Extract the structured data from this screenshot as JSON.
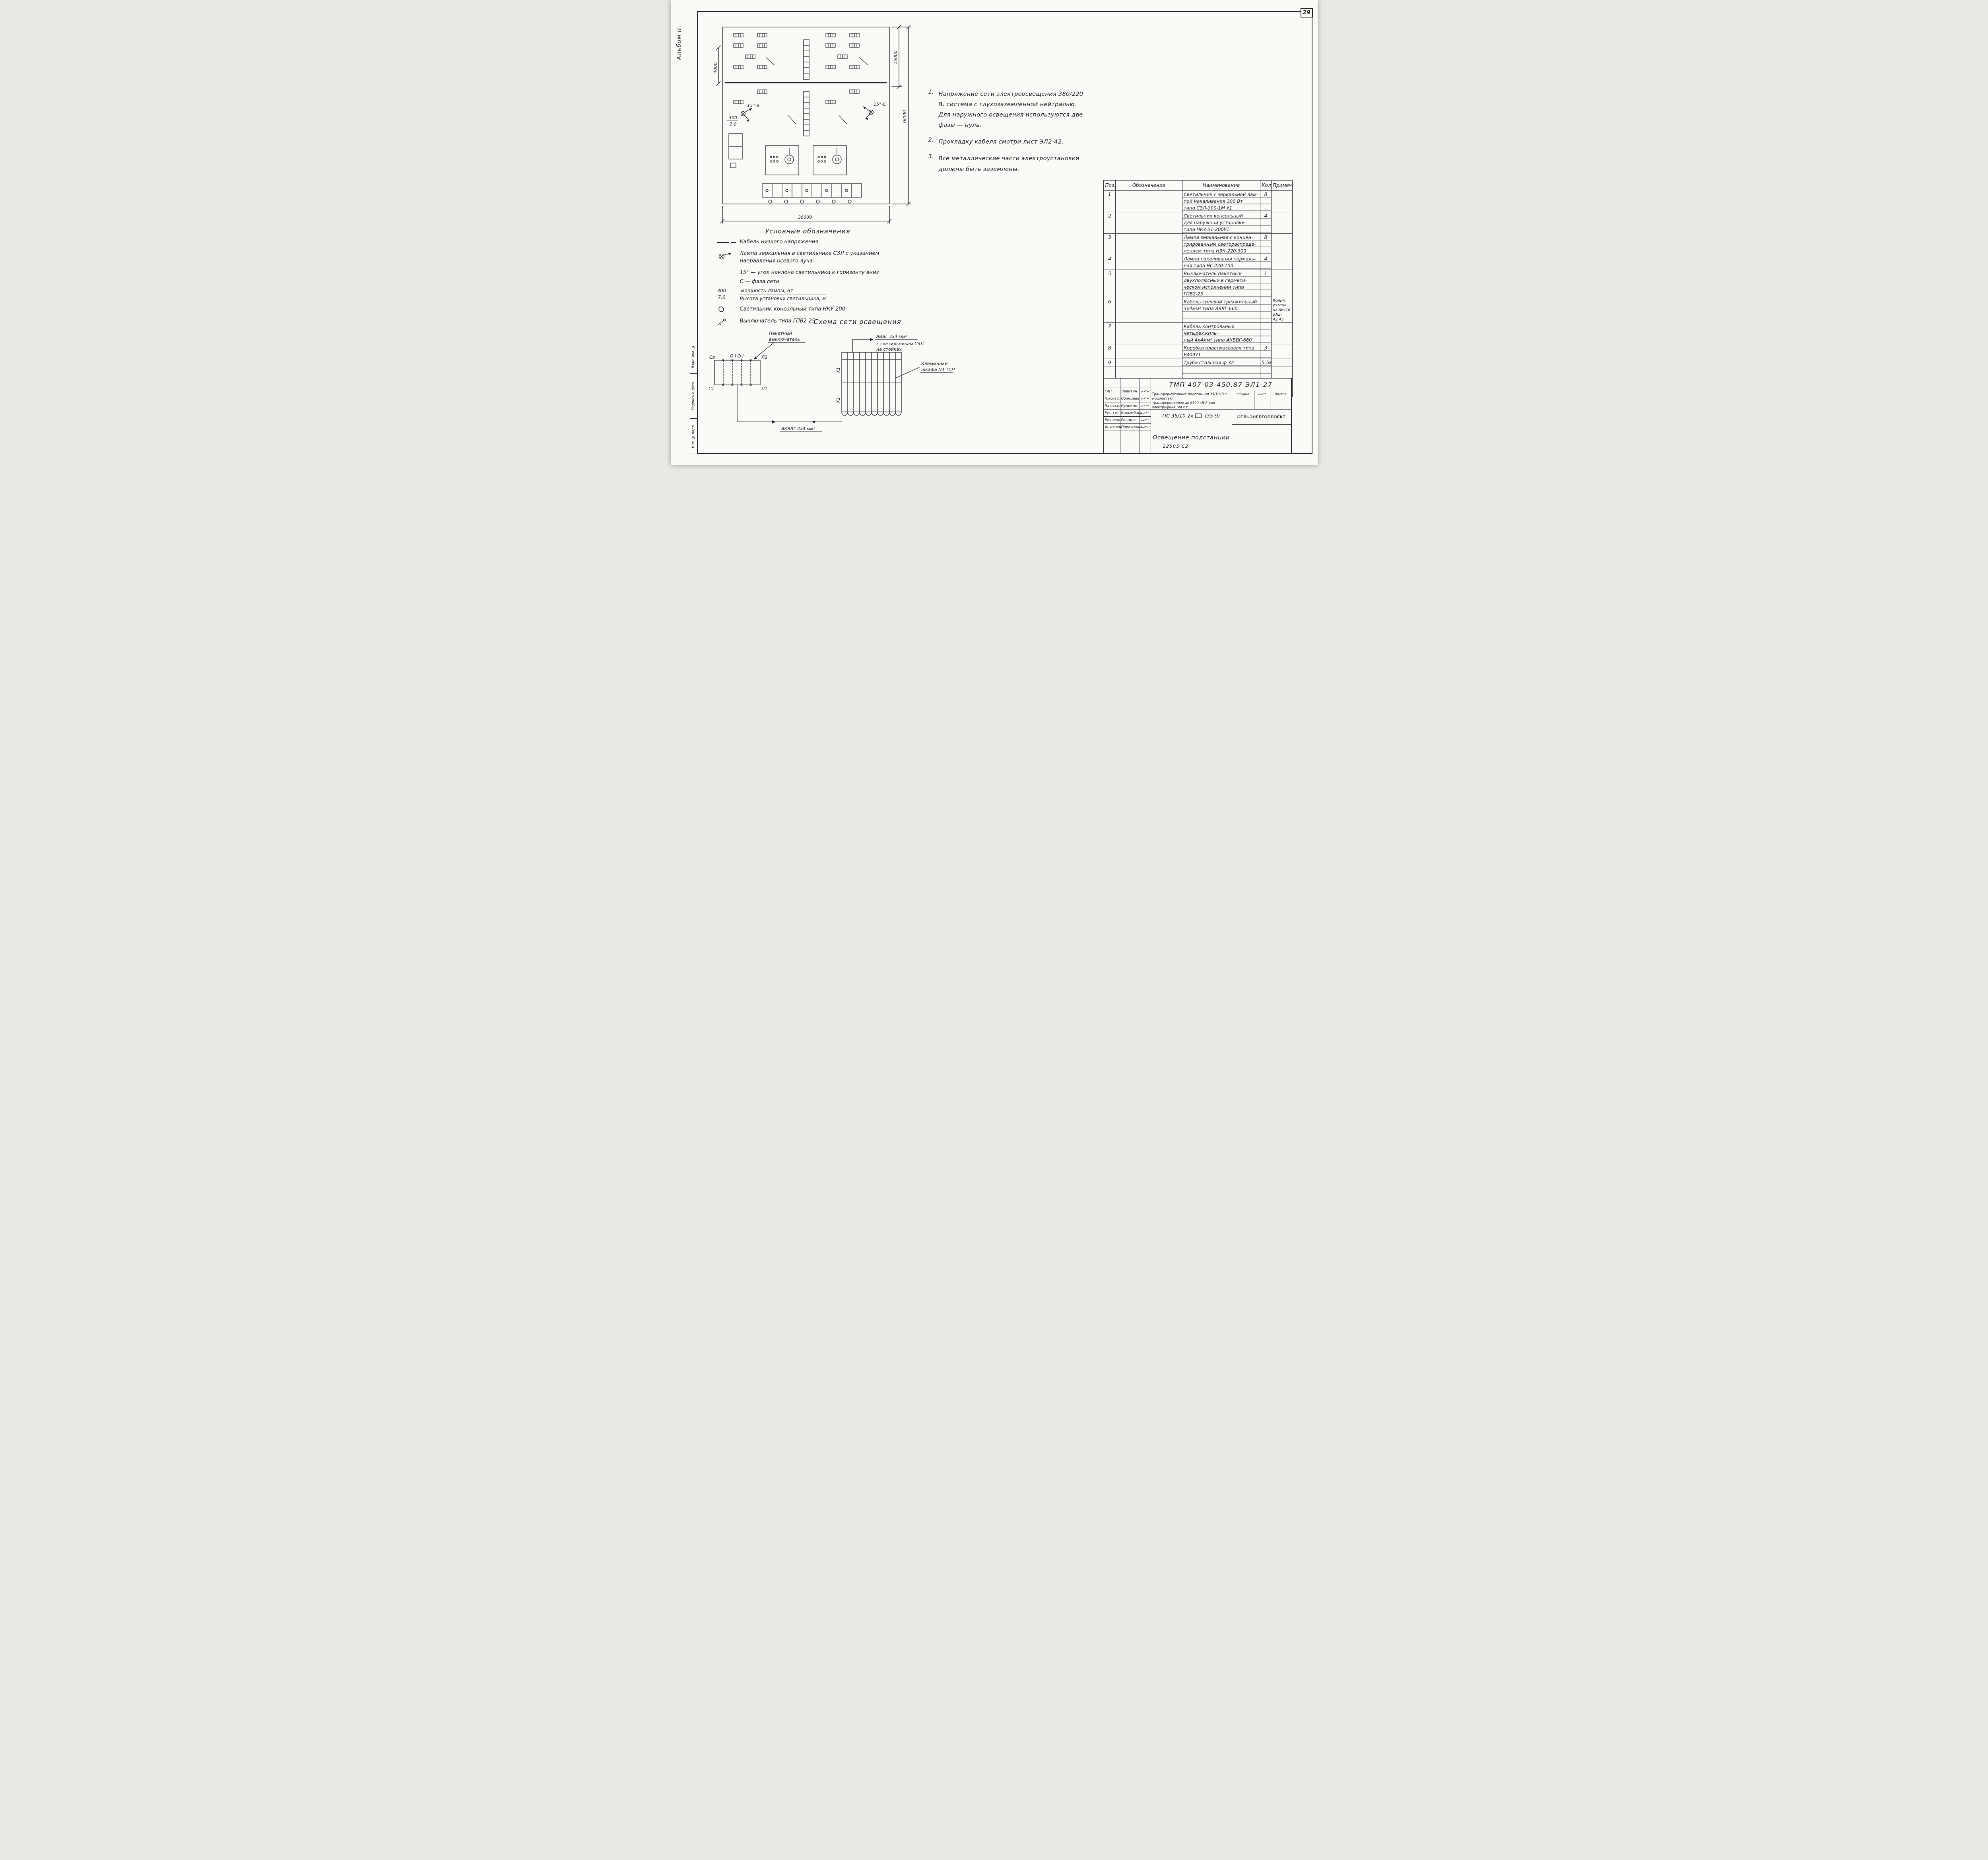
{
  "page": {
    "number": "29",
    "album_label": "Альбом II",
    "stamp_code": "22505 С2"
  },
  "margin_strip": {
    "vzam": "Взам. инв. №",
    "podpis": "Подпись и дата",
    "inv": "Инв. № подл."
  },
  "plan": {
    "dim_bottom": "36000",
    "dim_right": "36000",
    "dim_right_upper": "15000",
    "dim_left": "4000",
    "lamp_left_angle": "15°-В",
    "lamp_right_angle": "15°-С",
    "lamp_power": "300",
    "lamp_height": "7,0"
  },
  "notes": {
    "items": [
      {
        "num": "1.",
        "text": "Напряжение сети электроосвещения 380/220 В, система с глухозаземленной нейтралью. Для наружного освещения используются две фазы — нуль."
      },
      {
        "num": "2.",
        "text": "Прокладку кабеля смотри лист ЭЛ2-42."
      },
      {
        "num": "3.",
        "text": "Все металлические части электроустановки должны быть заземлены."
      }
    ]
  },
  "legend": {
    "title": "Условные обозначения",
    "cable": "Кабель низкого напряжения",
    "lamp_main": "Лампа зеркальная в светильнике СЗЛ с указанием направления осевого луча:",
    "lamp_sub1": "15° — угол наклона светильника к горизонту вниз",
    "lamp_sub2": "С — фаза сети",
    "frac_top": "300",
    "frac_bottom": "7,0",
    "frac_text_top": "мощность лампы, Вт",
    "frac_text_bottom": "Высота установки светильника, м",
    "nku": "Светильник консольный типа НКУ-200",
    "switch": "Выключатель типа ГПВ2-25"
  },
  "schematic": {
    "title": "Схема сети освещения",
    "packet_line1": "Пакетный",
    "packet_line2": "выключатель",
    "switch_marks": "О I О I",
    "sv": "Св",
    "l2": "Л2",
    "s1": "С1",
    "l1": "Л1",
    "cable_top": "АВВГ 3х4 мм²",
    "cable_top_dest1": "к светильникам СЗЛ",
    "cable_top_dest2": "на стойках",
    "terminals_line1": "Клеммники",
    "terminals_line2": "шкафа N4 ТСН",
    "cable_bottom": "АКВВГ 4х4 мм²",
    "x1": "X1",
    "x2": "X2"
  },
  "spec_table": {
    "headers": [
      "Поз.",
      "Обозначение",
      "Наименование",
      "Кол.",
      "Примечание"
    ],
    "rows": [
      {
        "pos": "1",
        "name": "Светильник с зеркальной лам-\nпой накаливания 300 Вт\nтипа СЗЛ-300-1М У1",
        "qty": "8",
        "note": ""
      },
      {
        "pos": "2",
        "name": "Светильник консольный\nдля наружной установки\nтипа НКУ 01-200У1",
        "qty": "4",
        "note": ""
      },
      {
        "pos": "3",
        "name": "Лампа зеркальная с концен-\nтрированным светораспреде-\nлением типа НЗК-220-300",
        "qty": "8",
        "note": ""
      },
      {
        "pos": "4",
        "name": "Лампа накаливания нормаль-\nная типа НГ-220-100",
        "qty": "4",
        "note": ""
      },
      {
        "pos": "5",
        "name": "Выключатель пакетный\nдвухполюсный в гермети-\nческом исполнении типа\nГПВ2-25",
        "qty": "1",
        "note": ""
      },
      {
        "pos": "6",
        "name": "Кабель силовой трехжильный\n3х4мм² типа АВВГ-660",
        "qty": "—",
        "note": "Колич.\nучтена\nна листе\nЭЛ2-42,43"
      },
      {
        "pos": "7",
        "name": "Кабель контрольный четырехжиль-\nный 4х4мм² типа АКВВГ-660",
        "qty": "",
        "note": ""
      },
      {
        "pos": "8",
        "name": "Коробка пластмассовая типа\nУ409У1",
        "qty": "3",
        "note": ""
      },
      {
        "pos": "9",
        "name": "Труба стальная ф 32",
        "qty": "5,5м",
        "note": ""
      }
    ]
  },
  "title_block": {
    "doc_number": "ТМП 407-03-450.87   ЭЛ1-27",
    "project_desc_line1": "Трансформаторные подстанции 35/10кВ с мощностью",
    "project_desc_line2": "трансформаторов до 6300 кВ·А для электрификации с.х.",
    "stage": "Стадия",
    "sheet": "Лист",
    "sheets": "Листов",
    "ps_prefix": "ПС 35/10-2х",
    "ps_suffix": "-(35-9)",
    "sheet_title": "Освещение подстанции",
    "organization": "СЕЛЬЭНЕРГОПРОЕКТ",
    "signers": [
      {
        "role": "ГИП",
        "name": "Левитин"
      },
      {
        "role": "Н.контр.",
        "name": "Солнцева"
      },
      {
        "role": "Нач.отд.",
        "name": "Кулыгин"
      },
      {
        "role": "Рук. гр.",
        "name": "Карымбаев"
      },
      {
        "role": "Вед.инж.",
        "name": "Рощина"
      },
      {
        "role": "Инженер",
        "name": "Пороженко"
      }
    ]
  }
}
